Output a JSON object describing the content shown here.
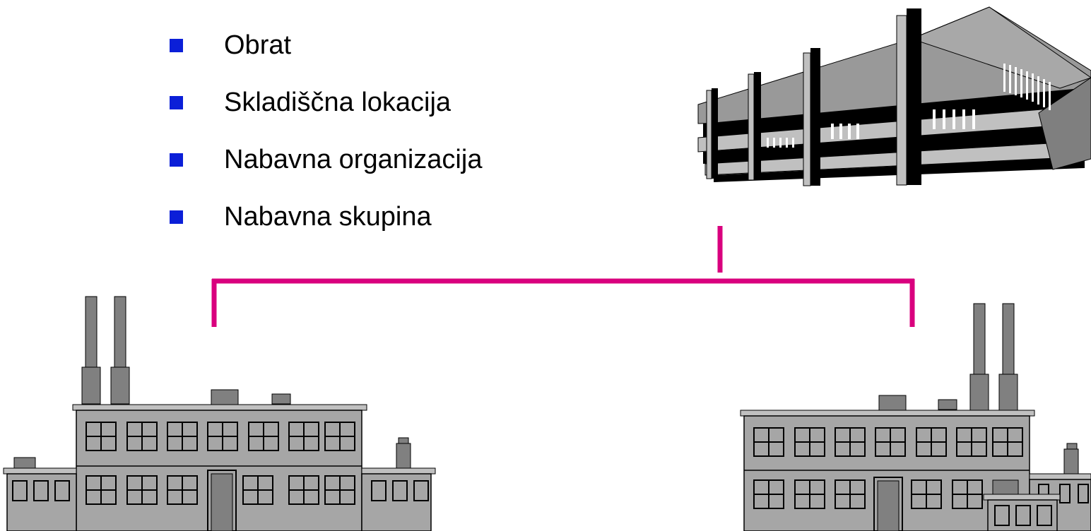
{
  "items": [
    {
      "label": "Obrat"
    },
    {
      "label": "Skladiščna lokacija"
    },
    {
      "label": "Nabavna organizacija"
    },
    {
      "label": "Nabavna skupina"
    }
  ],
  "colors": {
    "bullet": "#0b1fd8",
    "connector": "#d9007e",
    "building_dark": "#000000",
    "building_gray": "#999999",
    "building_light": "#c0c0c0",
    "factory_fill": "#a0a0a0",
    "factory_stack": "#7f7f7f"
  },
  "icons": {
    "hq": "office-building-icon",
    "plant_left": "factory-icon",
    "plant_right": "factory-icon"
  }
}
